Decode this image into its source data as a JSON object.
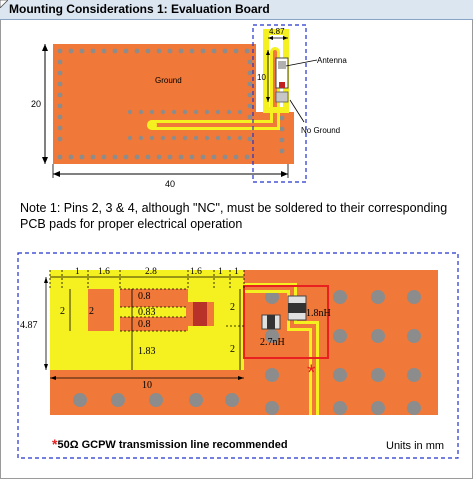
{
  "title": "Mounting Considerations 1: Evaluation Board",
  "top_diagram": {
    "ground_label": "Ground",
    "antenna_label": "Antenna",
    "no_ground_label": "No Ground",
    "dim_width": "40",
    "dim_height": "20",
    "dim_antenna_width": "4.87",
    "dim_antenna_length": "10"
  },
  "note": "Note 1:  Pins 2, 3 & 4, although \"NC\", must be soldered to their corresponding PCB pads for proper electrical operation",
  "detail_diagram": {
    "dim_1a": "1",
    "dim_1_6a": "1.6",
    "dim_2_8": "2.8",
    "dim_1_6b": "1.6",
    "dim_1b": "1",
    "dim_1c": "1",
    "dim_4_87": "4.87",
    "dim_2_left": "2",
    "dim_0_8_top": "0.8",
    "dim_0_83": "0.83",
    "dim_0_8_bot": "0.8",
    "dim_1_83": "1.83",
    "dim_2_pad": "2",
    "dim_2_right_top": "2",
    "dim_2_right_bot": "2",
    "dim_10": "10",
    "inductor_1": "1.8nH",
    "inductor_2": "2.7nH",
    "marker": "*"
  },
  "footer": {
    "marker": "*",
    "recommendation": "50Ω GCPW transmission line recommended",
    "units": "Units in mm"
  },
  "colors": {
    "pcb": "#f07838",
    "via": "#8c8c8c",
    "trace": "#f5f020",
    "highlight": "#e8201f",
    "outline": "#2233cc"
  }
}
